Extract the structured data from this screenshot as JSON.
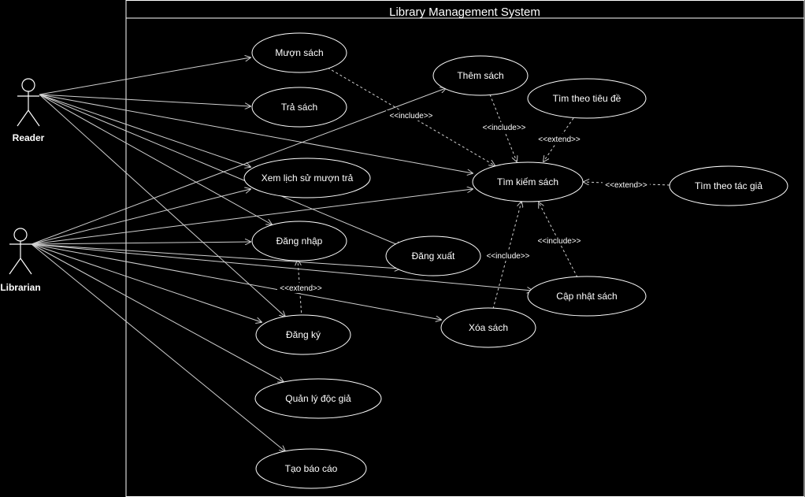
{
  "system": {
    "title": "Library Management System"
  },
  "actors": {
    "reader": "Reader",
    "librarian": "Librarian"
  },
  "use_cases": {
    "muon_sach": "Mượn sách",
    "tra_sach": "Trả sách",
    "xem_lich_su": "Xem lịch sử mượn trả",
    "dang_nhap": "Đăng nhập",
    "dang_ky": "Đăng ký",
    "quan_ly_doc_gia": "Quản lý độc giả",
    "tao_bao_cao": "Tạo báo cáo",
    "them_sach": "Thêm sách",
    "tim_theo_tieu_de": "Tìm theo tiêu đề",
    "tim_kiem_sach": "Tìm kiếm sách",
    "tim_theo_tac_gia": "Tìm theo tác giả",
    "dang_xuat": "Đăng xuất",
    "cap_nhat_sach": "Cập nhật sách",
    "xoa_sach": "Xóa sách"
  },
  "stereotypes": {
    "muon_include": "<<include>>",
    "them_include": "<<include>>",
    "tieu_de_extend": "<<extend>>",
    "tac_gia_extend": "<<extend>>",
    "xoa_include": "<<include>>",
    "cap_nhat_include": "<<include>>",
    "dang_ky_extend": "<<extend>>"
  },
  "colors": {
    "background": "#000000",
    "stroke": "#ffffff",
    "line": "#d0d0d0"
  }
}
